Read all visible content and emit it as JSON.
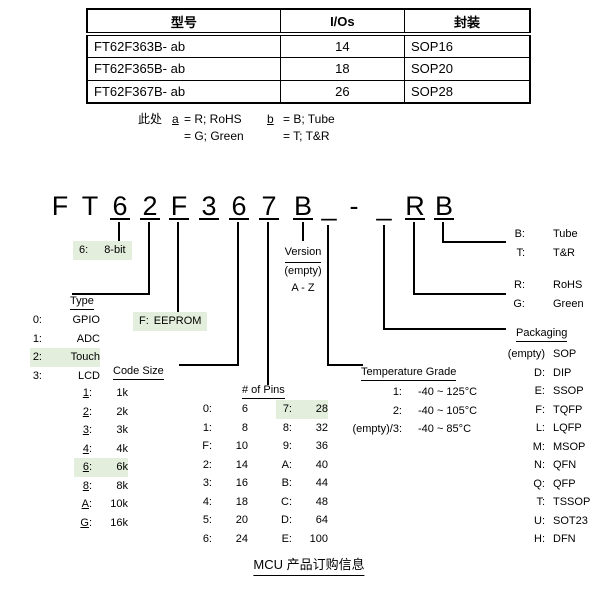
{
  "title": "MCU 产品订购信息",
  "table": {
    "headers": [
      "型号",
      "I/Os",
      "封装"
    ],
    "rows": [
      [
        "FT62F363B- ab",
        "14",
        "SOP16"
      ],
      [
        "FT62F365B- ab",
        "18",
        "SOP20"
      ],
      [
        "FT62F367B- ab",
        "26",
        "SOP28"
      ]
    ]
  },
  "note": {
    "prefix": "此处",
    "a": {
      "key": "a",
      "line1": "= R; RoHS",
      "line2": "= G; Green"
    },
    "b": {
      "key": "b",
      "line1": "= B; Tube",
      "line2": "= T; T&R"
    }
  },
  "part_number": {
    "chars": [
      "F",
      "T",
      "6",
      "2",
      "F",
      "3",
      "6",
      "7",
      "B",
      "_",
      "-",
      "_",
      "R",
      "B"
    ]
  },
  "legend": {
    "bit_width": {
      "key": "6:",
      "value": "8-bit",
      "highlight": true
    },
    "type": {
      "label": "Type",
      "items": [
        {
          "key": "0:",
          "value": "GPIO",
          "highlight": false
        },
        {
          "key": "1:",
          "value": "ADC",
          "highlight": false
        },
        {
          "key": "2:",
          "value": "Touch",
          "highlight": true
        },
        {
          "key": "3:",
          "value": "LCD",
          "highlight": false
        }
      ]
    },
    "eeprom": {
      "key": "F:",
      "value": "EEPROM",
      "highlight": true
    },
    "code_size": {
      "label": "Code Size",
      "colon": ":",
      "items": [
        {
          "key": "1",
          "value": "1k",
          "highlight": false
        },
        {
          "key": "2",
          "value": "2k",
          "highlight": false
        },
        {
          "key": "3",
          "value": "3k",
          "highlight": false
        },
        {
          "key": "4",
          "value": "4k",
          "highlight": false
        },
        {
          "key": "6",
          "value": "6k",
          "highlight": true
        },
        {
          "key": "8",
          "value": "8k",
          "highlight": false
        },
        {
          "key": "A",
          "value": "10k",
          "highlight": false
        },
        {
          "key": "G",
          "value": "16k",
          "highlight": false
        }
      ]
    },
    "pins": {
      "label": "# of Pins",
      "col1": [
        {
          "key": "0:",
          "value": "6",
          "highlight": false
        },
        {
          "key": "1:",
          "value": "8",
          "highlight": false
        },
        {
          "key": "F:",
          "value": "10",
          "highlight": false
        },
        {
          "key": "2:",
          "value": "14",
          "highlight": false
        },
        {
          "key": "3:",
          "value": "16",
          "highlight": false
        },
        {
          "key": "4:",
          "value": "18",
          "highlight": false
        },
        {
          "key": "5:",
          "value": "20",
          "highlight": false
        },
        {
          "key": "6:",
          "value": "24",
          "highlight": false
        }
      ],
      "col2": [
        {
          "key": "7:",
          "value": "28",
          "highlight": true
        },
        {
          "key": "8:",
          "value": "32",
          "highlight": false
        },
        {
          "key": "9:",
          "value": "36",
          "highlight": false
        },
        {
          "key": "A:",
          "value": "40",
          "highlight": false
        },
        {
          "key": "B:",
          "value": "44",
          "highlight": false
        },
        {
          "key": "C:",
          "value": "48",
          "highlight": false
        },
        {
          "key": "D:",
          "value": "64",
          "highlight": false
        },
        {
          "key": "E:",
          "value": "100",
          "highlight": false
        }
      ]
    },
    "version": {
      "label": "Version",
      "line1": "(empty)",
      "line2": "A - Z"
    },
    "temperature": {
      "label": "Temperature Grade",
      "items": [
        {
          "key": "1:",
          "value": "-40 ~ 125°C"
        },
        {
          "key": "2:",
          "value": "-40 ~ 105°C"
        },
        {
          "key": "(empty)/3:",
          "value": "-40 ~ 85°C"
        }
      ]
    },
    "tube": {
      "items": [
        {
          "key": "B:",
          "value": "Tube"
        },
        {
          "key": "T:",
          "value": "T&R"
        }
      ]
    },
    "rohs": {
      "items": [
        {
          "key": "R:",
          "value": "RoHS"
        },
        {
          "key": "G:",
          "value": "Green"
        }
      ]
    },
    "packaging": {
      "label": "Packaging",
      "items": [
        {
          "key": "(empty)",
          "value": "SOP"
        },
        {
          "key": "D:",
          "value": "DIP"
        },
        {
          "key": "E:",
          "value": "SSOP"
        },
        {
          "key": "F:",
          "value": "TQFP"
        },
        {
          "key": "L:",
          "value": "LQFP"
        },
        {
          "key": "M:",
          "value": "MSOP"
        },
        {
          "key": "N:",
          "value": "QFN"
        },
        {
          "key": "Q:",
          "value": "QFP"
        },
        {
          "key": "T:",
          "value": "TSSOP"
        },
        {
          "key": "U:",
          "value": "SOT23"
        },
        {
          "key": "H:",
          "value": "DFN"
        }
      ]
    }
  },
  "colors": {
    "highlight": "#e3eedd",
    "line": "#000000"
  }
}
